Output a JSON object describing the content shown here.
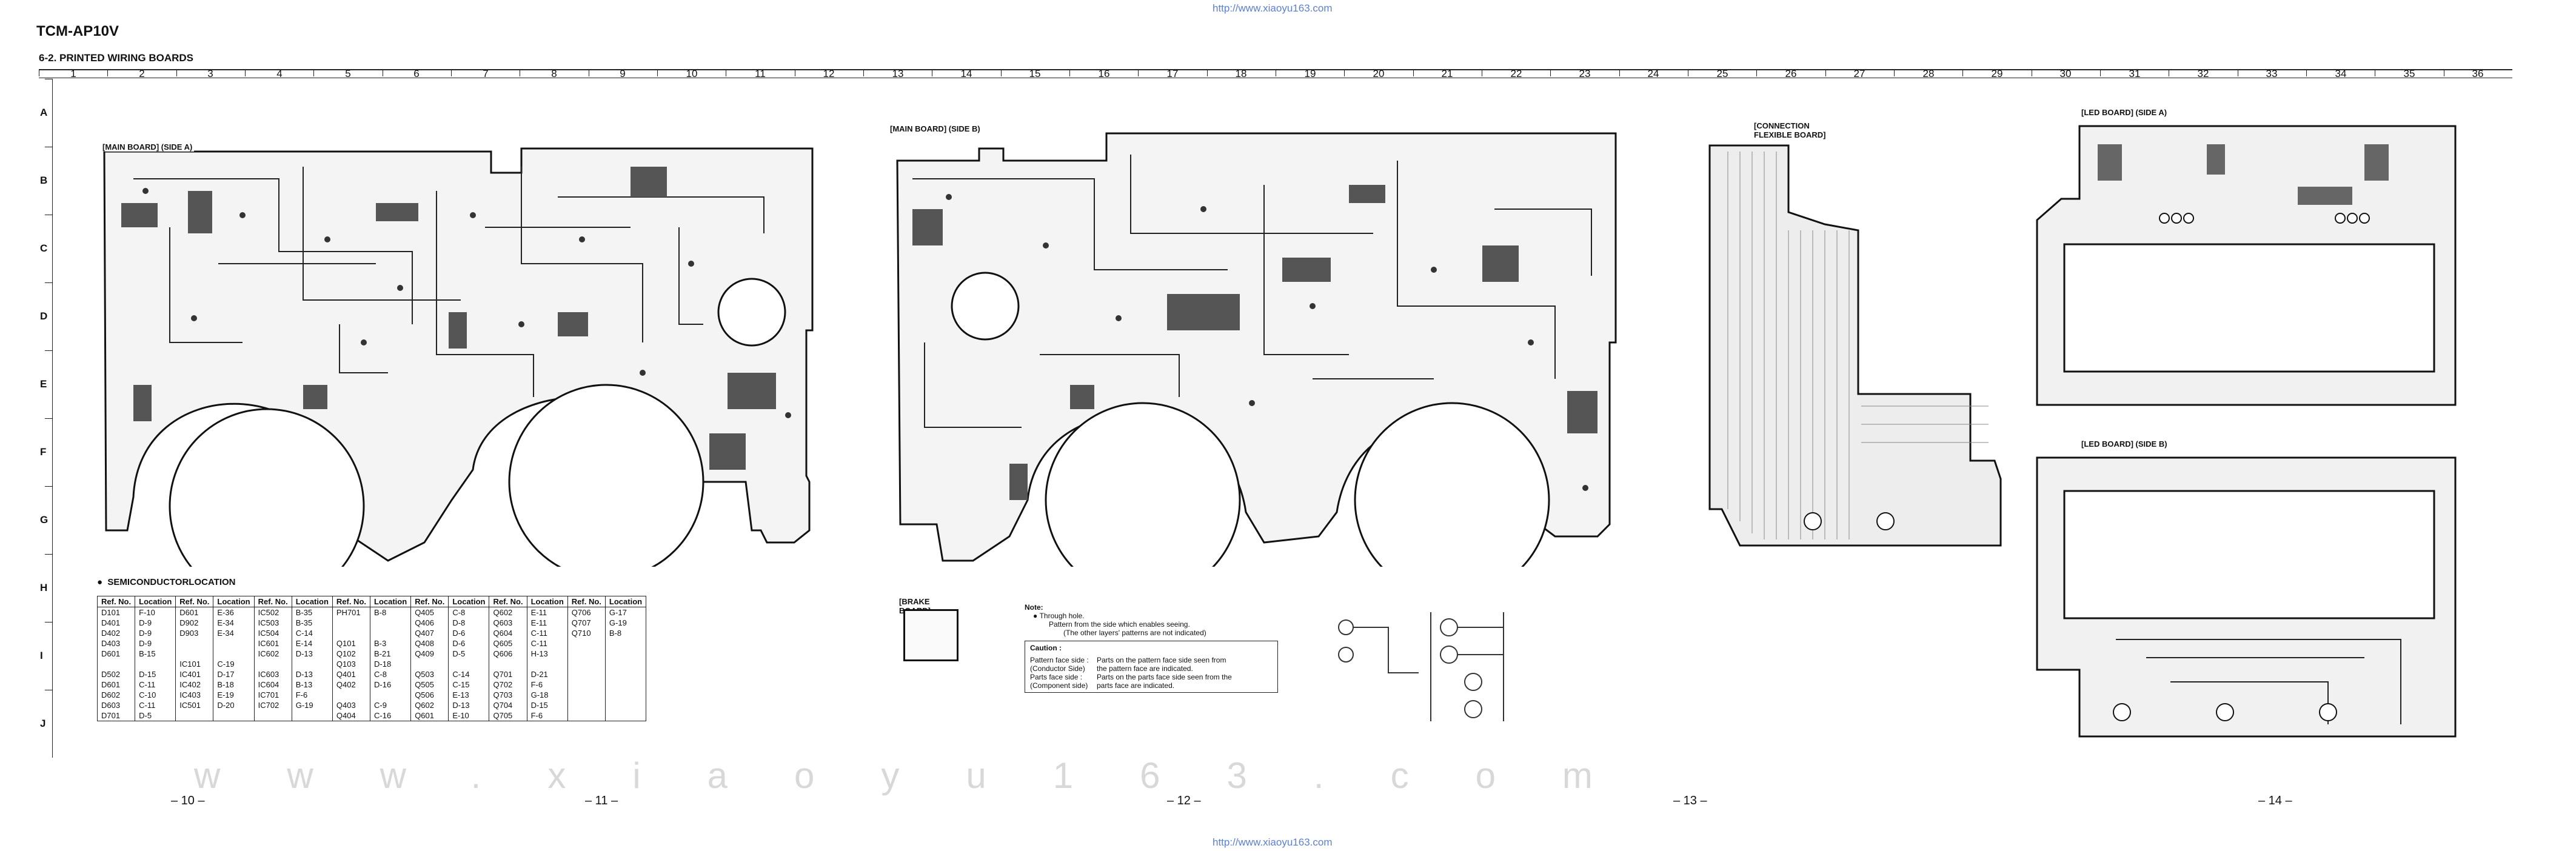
{
  "header": {
    "url_top": "http://www.xiaoyu163.com",
    "model": "TCM-AP10V",
    "section_title": "6-2. PRINTED WIRING BOARDS"
  },
  "grid": {
    "columns": [
      "1",
      "2",
      "3",
      "4",
      "5",
      "6",
      "7",
      "8",
      "9",
      "10",
      "11",
      "12",
      "13",
      "14",
      "15",
      "16",
      "17",
      "18",
      "19",
      "20",
      "21",
      "22",
      "23",
      "24",
      "25",
      "26",
      "27",
      "28",
      "29",
      "30",
      "31",
      "32",
      "33",
      "34",
      "35",
      "36"
    ],
    "rows": [
      "A",
      "B",
      "C",
      "D",
      "E",
      "F",
      "G",
      "H",
      "I",
      "J"
    ]
  },
  "boards": {
    "main_side_a": "[MAIN BOARD] (SIDE A)",
    "main_side_b": "[MAIN BOARD] (SIDE B)",
    "brake_board": "[BRAKE BOARD]",
    "connection_flexible": "[CONNECTION FLEXIBLE BOARD]",
    "led_side_a": "[LED BOARD] (SIDE A)",
    "led_side_b": "[LED BOARD] (SIDE B)"
  },
  "semiconductor": {
    "title": "SEMICONDUCTORLOCATION",
    "headers": [
      "Ref. No.",
      "Location",
      "Ref. No.",
      "Location",
      "Ref. No.",
      "Location",
      "Ref. No.",
      "Location",
      "Ref. No.",
      "Location",
      "Ref. No.",
      "Location",
      "Ref. No.",
      "Location"
    ],
    "rows": [
      [
        "D101",
        "F-10",
        "D601",
        "E-36",
        "IC502",
        "B-35",
        "PH701",
        "B-8",
        "Q405",
        "C-8",
        "Q602",
        "E-11",
        "Q706",
        "G-17"
      ],
      [
        "D401",
        "D-9",
        "D902",
        "E-34",
        "IC503",
        "B-35",
        "",
        "",
        "Q406",
        "D-8",
        "Q603",
        "E-11",
        "Q707",
        "G-19"
      ],
      [
        "D402",
        "D-9",
        "D903",
        "E-34",
        "IC504",
        "C-14",
        "",
        "",
        "Q407",
        "D-6",
        "Q604",
        "C-11",
        "Q710",
        "B-8"
      ],
      [
        "D403",
        "D-9",
        "",
        "",
        "IC601",
        "E-14",
        "Q101",
        "B-3",
        "Q408",
        "D-6",
        "Q605",
        "C-11",
        "",
        ""
      ],
      [
        "D601",
        "B-15",
        "",
        "",
        "IC602",
        "D-13",
        "Q102",
        "B-21",
        "Q409",
        "D-5",
        "Q606",
        "H-13",
        "",
        ""
      ],
      [
        "",
        "",
        "IC101",
        "C-19",
        "",
        "",
        "Q103",
        "D-18",
        "",
        "",
        "",
        "",
        "",
        ""
      ],
      [
        "D502",
        "D-15",
        "IC401",
        "D-17",
        "IC603",
        "D-13",
        "Q401",
        "C-8",
        "Q503",
        "C-14",
        "Q701",
        "D-21",
        "",
        ""
      ],
      [
        "D601",
        "C-11",
        "IC402",
        "B-18",
        "IC604",
        "B-13",
        "Q402",
        "D-16",
        "Q505",
        "C-15",
        "Q702",
        "F-6",
        "",
        ""
      ],
      [
        "D602",
        "C-10",
        "IC403",
        "E-19",
        "IC701",
        "F-6",
        "",
        "",
        "Q506",
        "E-13",
        "Q703",
        "G-18",
        "",
        ""
      ],
      [
        "D603",
        "C-11",
        "IC501",
        "D-20",
        "IC702",
        "G-19",
        "Q403",
        "C-9",
        "Q602",
        "D-13",
        "Q704",
        "D-15",
        "",
        ""
      ],
      [
        "D701",
        "D-5",
        "",
        "",
        "",
        "",
        "Q404",
        "C-16",
        "Q601",
        "E-10",
        "Q705",
        "F-6",
        "",
        ""
      ]
    ]
  },
  "note": {
    "title": "Note:",
    "through_hole": "Through hole.",
    "pattern_other_side": "Pattern from the side which enables seeing.",
    "pattern_other_side_2": "(The other layers' patterns are not indicated)",
    "caution_title": "Caution :",
    "caution_1a": "Pattern face side :",
    "caution_1b": "Parts on the pattern face side seen from",
    "caution_2a": "(Conductor Side)",
    "caution_2b": "the pattern face are indicated.",
    "caution_3a": "Parts face side :",
    "caution_3b": "Parts on the parts face side seen from the",
    "caution_4a": "(Component side)",
    "caution_4b": "parts face are indicated."
  },
  "page_numbers": [
    "– 10 –",
    "– 11 –",
    "– 12 –",
    "– 13 –",
    "– 14 –"
  ],
  "watermark": "www.xiaoyu163.com",
  "footer": {
    "url_bottom": "http://www.xiaoyu163.com"
  }
}
